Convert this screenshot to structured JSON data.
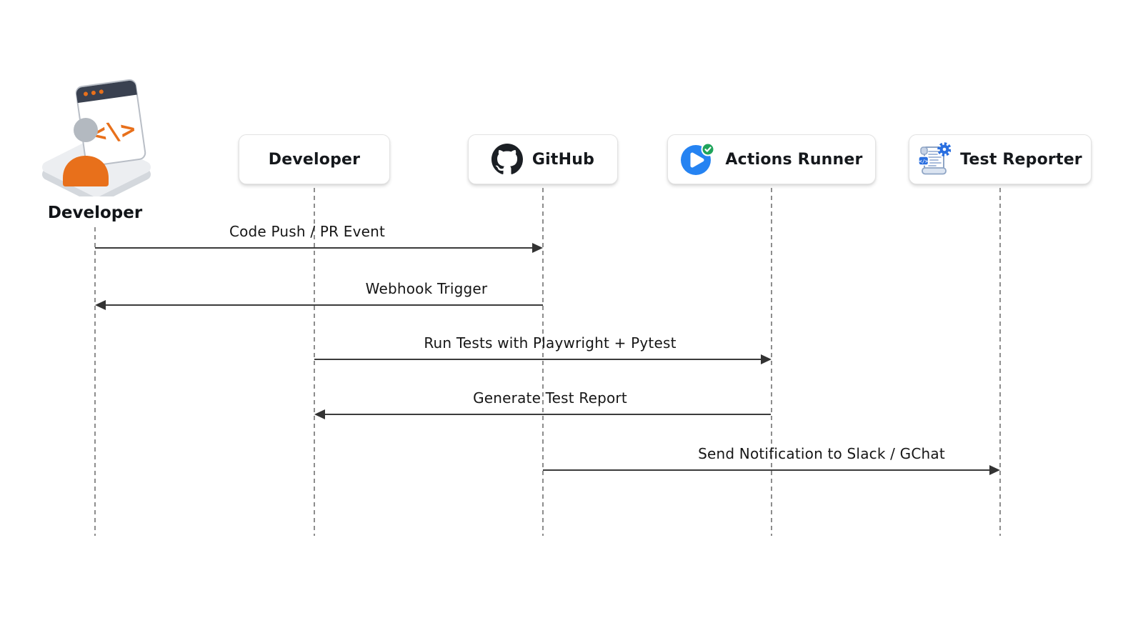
{
  "actors": [
    {
      "id": "developer-person",
      "label": "Developer",
      "type": "person",
      "icon": "developer-illustration-icon"
    },
    {
      "id": "developer-box",
      "label": "Developer",
      "type": "participant",
      "icon": "none"
    },
    {
      "id": "github",
      "label": "GitHub",
      "type": "participant",
      "icon": "github-octocat-icon"
    },
    {
      "id": "actions-runner",
      "label": "Actions Runner",
      "type": "participant",
      "icon": "actions-play-icon"
    },
    {
      "id": "test-reporter",
      "label": "Test Reporter",
      "type": "participant",
      "icon": "test-report-scroll-icon"
    }
  ],
  "messages": [
    {
      "from": "Developer (person)",
      "to": "GitHub",
      "direction": "right",
      "label": "Code Push / PR Event"
    },
    {
      "from": "GitHub",
      "to": "Developer (person)",
      "direction": "left",
      "label": "Webhook Trigger"
    },
    {
      "from": "Developer",
      "to": "Actions Runner",
      "direction": "right",
      "label": "Run Tests with Playwright + Pytest"
    },
    {
      "from": "Actions Runner",
      "to": "Developer",
      "direction": "left",
      "label": "Generate Test Report"
    },
    {
      "from": "GitHub",
      "to": "Test Reporter",
      "direction": "right",
      "label": "Send Notification to Slack / GChat"
    }
  ],
  "icons": {
    "code_window_glyph": "<\\>",
    "reporter_code_glyph": "</>"
  },
  "colors": {
    "background": "#ffffff",
    "arrow": "#333333",
    "lifeline": "#8d8d8d",
    "box_border": "#e3e3e3",
    "text": "#15181c",
    "accent_orange": "#e8701b",
    "window_header": "#3a4150",
    "platform_gray": "#eceef1",
    "github_black": "#1b1f24",
    "actions_blue": "#2583f2",
    "check_green": "#1fa45b",
    "reporter_blue": "#2a6fe0",
    "scroll_stroke": "#8fa5c5"
  }
}
